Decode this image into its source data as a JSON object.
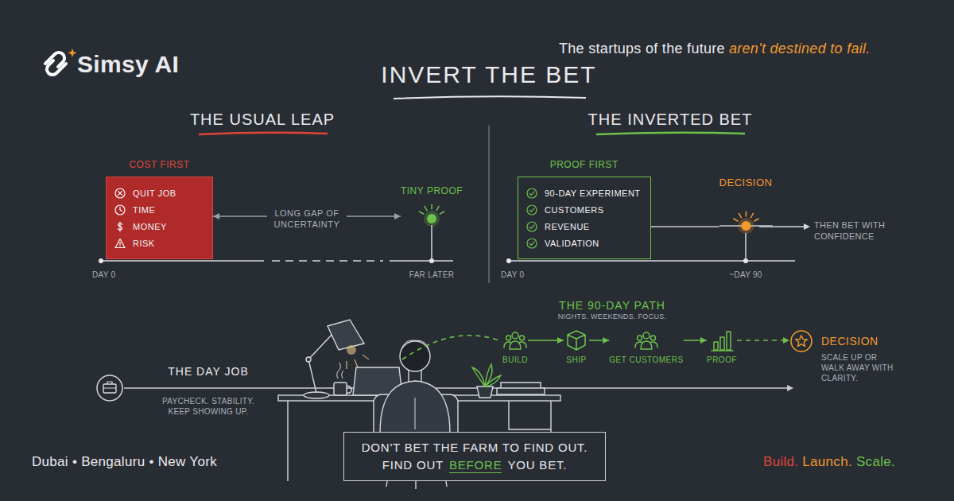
{
  "diagram": {
    "title": "INVERT THE BET",
    "nodes": [
      {
        "text": [
          "COST FIRST",
          "QUIT JOB",
          "TIME",
          "MONEY",
          "RISK"
        ]
      },
      {
        "text": [
          "TINY PROOF"
        ]
      },
      {
        "text": [
          "PROOF FIRST",
          "90-DAY EXPERIMENT",
          "CUSTOMERS",
          "REVENUE",
          "VALIDATION"
        ]
      },
      {
        "text": [
          "DECISION"
        ]
      },
      {
        "text": [
          "BUILD"
        ]
      },
      {
        "text": [
          "SHIP"
        ]
      },
      {
        "text": [
          "GET CUSTOMERS"
        ]
      },
      {
        "text": [
          "PROOF"
        ]
      },
      {
        "text": [
          "DECISION",
          "SCALE UP OR WALK AWAY WITH CLARITY."
        ]
      },
      {
        "text": [
          "DON'T BET THE FARM TO FIND OUT.",
          "FIND OUT",
          "BEFORE",
          "YOU BET."
        ]
      }
    ],
    "edges": [
      {
        "from": 0,
        "to": 1,
        "label": "LONG GAP OF UNCERTAINTY",
        "arrow": "both"
      },
      {
        "from": 2,
        "to": 3,
        "arrow": "none"
      },
      {
        "from": 4,
        "to": 5,
        "arrow": "to"
      },
      {
        "from": 5,
        "to": 6,
        "arrow": "to"
      },
      {
        "from": 6,
        "to": 7,
        "arrow": "to"
      },
      {
        "from": 7,
        "to": 8,
        "arrow": "to"
      }
    ],
    "labels": [
      "Simsy AI",
      "The startups of the future",
      "aren't destined to fail.",
      "THE USUAL LEAP",
      "THE INVERTED BET",
      "DAY 0",
      "FAR LATER",
      "DAY 0",
      "~DAY 90",
      "THEN BET WITH CONFIDENCE",
      "THE DAY JOB",
      "PAYCHECK. STABILITY. KEEP SHOWING UP.",
      "THE 90-DAY PATH",
      "NIGHTS. WEEKENDS. FOCUS.",
      "Dubai • Bengaluru • New York",
      "Build.",
      "Launch.",
      "Scale."
    ]
  }
}
